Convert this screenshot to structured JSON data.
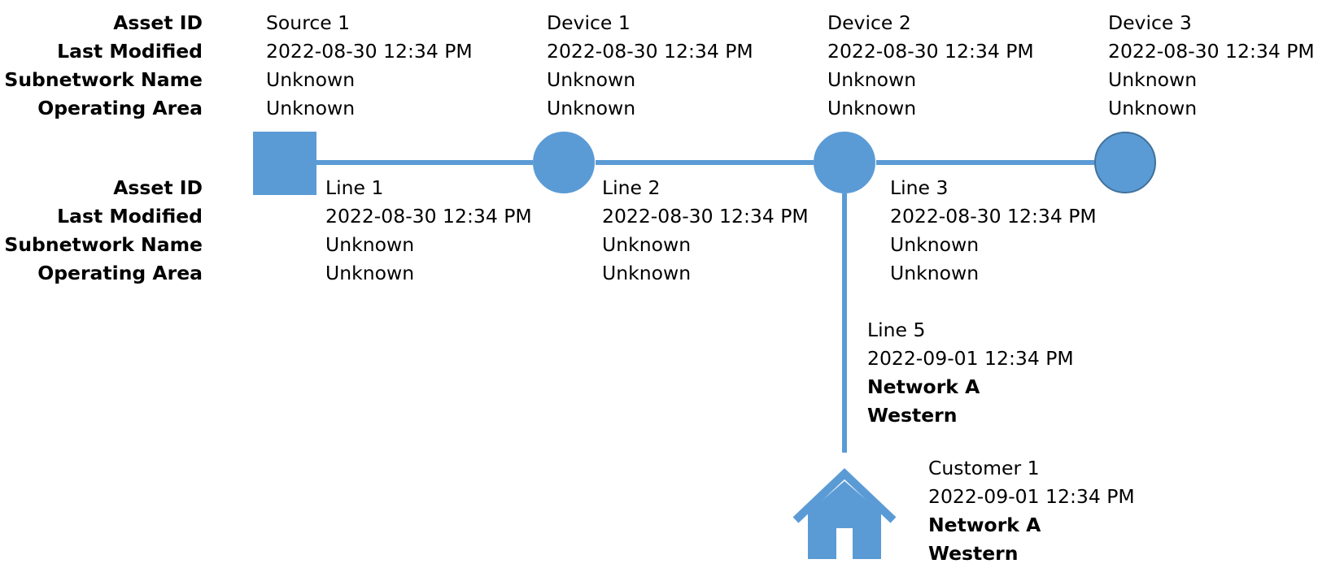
{
  "header_labels": {
    "asset_id": "Asset ID",
    "last_modified": "Last Modified",
    "subnetwork_name": "Subnetwork Name",
    "operating_area": "Operating Area"
  },
  "colors": {
    "line": "#5b9bd5",
    "node_fill": "#5b9bd5",
    "node_stroke": "#41719c",
    "text": "#000000"
  },
  "nodes": [
    {
      "shape": "square-icon",
      "asset_id": "Source 1",
      "last_modified": "2022-08-30 12:34 PM",
      "subnetwork_name": "Unknown",
      "operating_area": "Unknown"
    },
    {
      "shape": "circle-icon",
      "asset_id": "Device 1",
      "last_modified": "2022-08-30 12:34 PM",
      "subnetwork_name": "Unknown",
      "operating_area": "Unknown"
    },
    {
      "shape": "circle-icon",
      "asset_id": "Device 2",
      "last_modified": "2022-08-30 12:34 PM",
      "subnetwork_name": "Unknown",
      "operating_area": "Unknown"
    },
    {
      "shape": "circle-icon",
      "asset_id": "Device 3",
      "last_modified": "2022-08-30 12:34 PM",
      "subnetwork_name": "Unknown",
      "operating_area": "Unknown"
    },
    {
      "shape": "house-icon",
      "asset_id": "Customer 1",
      "last_modified": "2022-09-01 12:34 PM",
      "subnetwork_name": "Network A",
      "operating_area": "Western"
    }
  ],
  "lines": [
    {
      "asset_id": "Line 1",
      "last_modified": "2022-08-30 12:34 PM",
      "subnetwork_name": "Unknown",
      "operating_area": "Unknown"
    },
    {
      "asset_id": "Line 2",
      "last_modified": "2022-08-30 12:34 PM",
      "subnetwork_name": "Unknown",
      "operating_area": "Unknown"
    },
    {
      "asset_id": "Line 3",
      "last_modified": "2022-08-30 12:34 PM",
      "subnetwork_name": "Unknown",
      "operating_area": "Unknown"
    },
    {
      "asset_id": "Line 5",
      "last_modified": "2022-09-01 12:34 PM",
      "subnetwork_name": "Network A",
      "operating_area": "Western"
    }
  ]
}
